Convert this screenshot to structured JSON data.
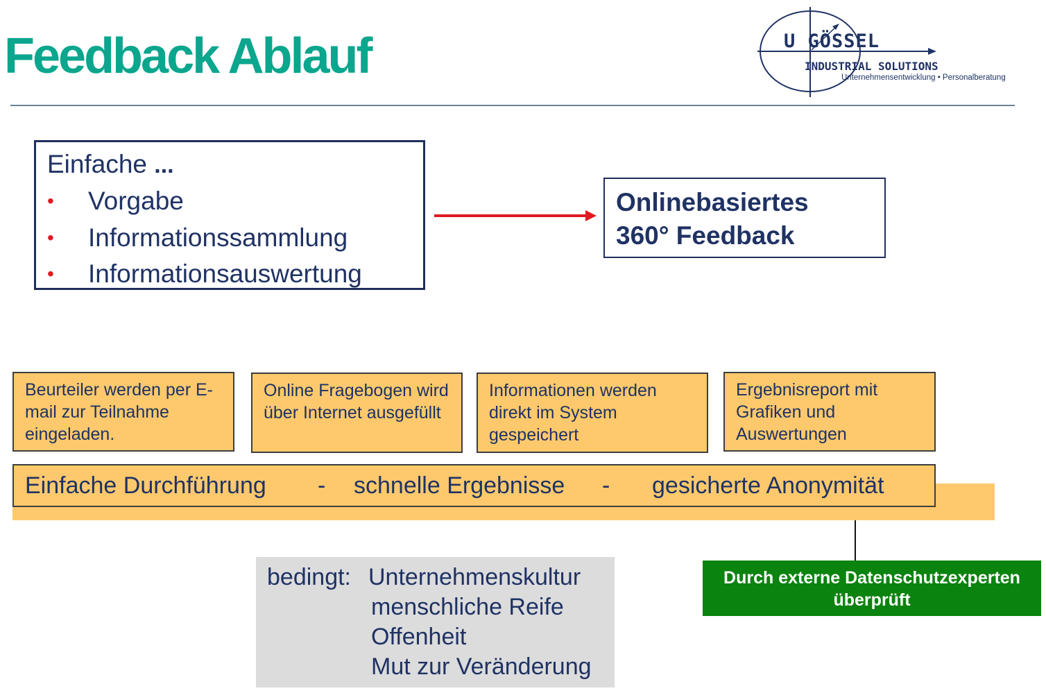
{
  "title": "Feedback Ablauf",
  "logo": {
    "brand_u": "U",
    "brand_name": "GÖSSEL",
    "subtitle": "INDUSTRIAL SOLUTIONS",
    "tagline": "Unternehmensentwicklung • Personalberatung"
  },
  "einfache_box": {
    "heading": "Einfache",
    "dots": "...",
    "bullet_symbol": "•",
    "items": [
      "Vorgabe",
      "Informationssammlung",
      "Informationsauswertung"
    ]
  },
  "online_box": {
    "line1": "Onlinebasiertes",
    "line2": "360° Feedback"
  },
  "steps": [
    "Beurteiler werden per E-mail zur Teilnahme eingeladen.",
    "Online Fragebogen wird über Internet ausgefüllt",
    "Informationen werden direkt im System gespeichert",
    "Ergebnisreport mit Grafiken und Auswertungen"
  ],
  "band": {
    "part1": "Einfache Durchführung",
    "separator": "-",
    "part2": "schnelle Ergebnisse",
    "part3": "gesicherte Anonymität"
  },
  "green_box": {
    "line1": "Durch externe Datenschutzexperten",
    "line2": "überprüft"
  },
  "gray_box": {
    "label": "bedingt:",
    "items": [
      "Unternehmenskultur",
      "menschliche Reife",
      "Offenheit",
      "Mut zur Veränderung"
    ]
  },
  "colors": {
    "title": "#0aa68d",
    "navy": "#1f3264",
    "bullet": "#e01b22",
    "arrow": "#e01b22",
    "step_fill": "#fdc96c",
    "green": "#0b830f",
    "gray": "#dcdcdc"
  }
}
